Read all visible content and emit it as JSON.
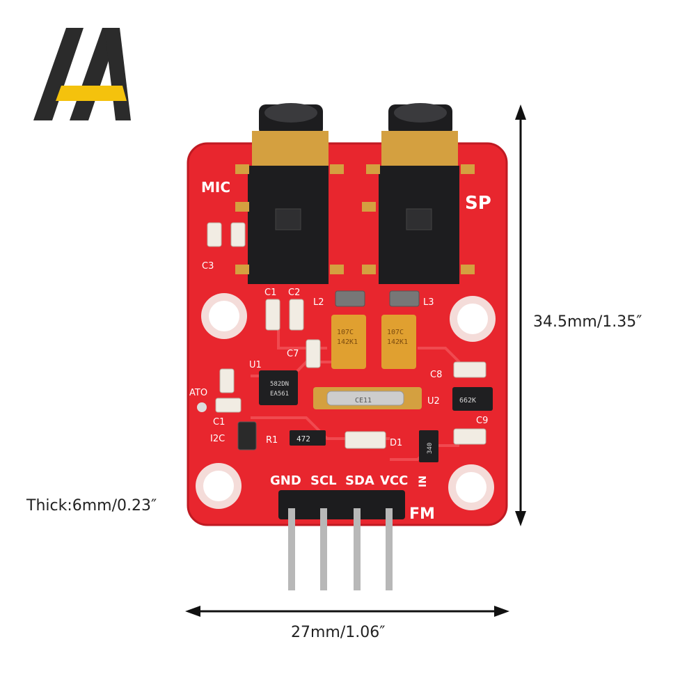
{
  "dimensions": {
    "height": "34.5mm/1.35″",
    "width": "27mm/1.06″",
    "thickness": "Thick:6mm/0.23″"
  },
  "board": {
    "mic_label": "MIC",
    "sp_label": "SP",
    "fm_label": "FM",
    "in_label": "IN",
    "pins": [
      "GND",
      "SCL",
      "SDA",
      "VCC"
    ],
    "components": {
      "c3": "C3",
      "c1a": "C1",
      "c2": "C2",
      "l2": "L2",
      "l3": "L3",
      "c7": "C7",
      "u1": "U1",
      "u2": "U2",
      "c8": "C8",
      "c9": "C9",
      "ato": "ATO",
      "c1b": "C1",
      "i2c": "I2C",
      "r1": "R1",
      "d1": "D1"
    },
    "chip_marks": {
      "u1_line1": "582DN",
      "u1_line2": "EA561",
      "crystal": "CE11",
      "cap_line1": "107C",
      "cap_line2": "142K1",
      "resistor": "472",
      "u2_ic": "662K",
      "reg": "340"
    }
  },
  "colors": {
    "pcb": "#e8262e",
    "jack": "#1d1d1f",
    "gold": "#d4a040",
    "logo_dark": "#2b2b2b",
    "logo_yellow": "#f4c20d"
  },
  "icons": [
    "brand-logo-icon",
    "vertical-dimension-arrow-icon",
    "horizontal-dimension-arrow-icon"
  ]
}
